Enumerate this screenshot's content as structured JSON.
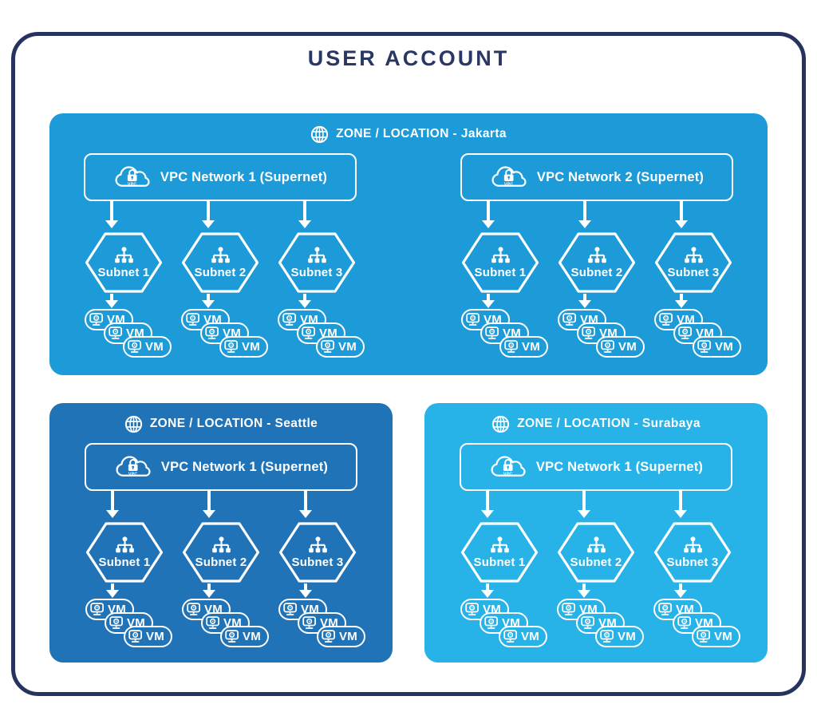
{
  "title": "USER ACCOUNT",
  "colors": {
    "outer_border": "#26335E",
    "title_text": "#2A3764",
    "zone_jakarta": "#1D9BD8",
    "zone_seattle": "#2173B8",
    "zone_surabaya": "#27B2E8",
    "foreground": "#FFFFFF"
  },
  "icons": {
    "zone_header": "globe-icon",
    "vpc_network": "cloud-lock-icon",
    "vpc_cloud_text": "VPC",
    "subnet": "network-tree-icon",
    "vm": "monitor-icon"
  },
  "zones": [
    {
      "name": "jakarta",
      "label": "ZONE / LOCATION - Jakarta",
      "color": "#1D9BD8",
      "vpcs": [
        {
          "label": "VPC Network 1 (Supernet)",
          "subnets": [
            {
              "label": "Subnet 1",
              "vms": [
                "VM",
                "VM",
                "VM"
              ]
            },
            {
              "label": "Subnet 2",
              "vms": [
                "VM",
                "VM",
                "VM"
              ]
            },
            {
              "label": "Subnet 3",
              "vms": [
                "VM",
                "VM",
                "VM"
              ]
            }
          ]
        },
        {
          "label": "VPC Network 2 (Supernet)",
          "subnets": [
            {
              "label": "Subnet 1",
              "vms": [
                "VM",
                "VM",
                "VM"
              ]
            },
            {
              "label": "Subnet 2",
              "vms": [
                "VM",
                "VM",
                "VM"
              ]
            },
            {
              "label": "Subnet 3",
              "vms": [
                "VM",
                "VM",
                "VM"
              ]
            }
          ]
        }
      ]
    },
    {
      "name": "seattle",
      "label": "ZONE / LOCATION - Seattle",
      "color": "#2173B8",
      "vpcs": [
        {
          "label": "VPC Network 1 (Supernet)",
          "subnets": [
            {
              "label": "Subnet 1",
              "vms": [
                "VM",
                "VM",
                "VM"
              ]
            },
            {
              "label": "Subnet 2",
              "vms": [
                "VM",
                "VM",
                "VM"
              ]
            },
            {
              "label": "Subnet 3",
              "vms": [
                "VM",
                "VM",
                "VM"
              ]
            }
          ]
        }
      ]
    },
    {
      "name": "surabaya",
      "label": "ZONE / LOCATION - Surabaya",
      "color": "#27B2E8",
      "vpcs": [
        {
          "label": "VPC Network 1 (Supernet)",
          "subnets": [
            {
              "label": "Subnet 1",
              "vms": [
                "VM",
                "VM",
                "VM"
              ]
            },
            {
              "label": "Subnet 2",
              "vms": [
                "VM",
                "VM",
                "VM"
              ]
            },
            {
              "label": "Subnet 3",
              "vms": [
                "VM",
                "VM",
                "VM"
              ]
            }
          ]
        }
      ]
    }
  ]
}
